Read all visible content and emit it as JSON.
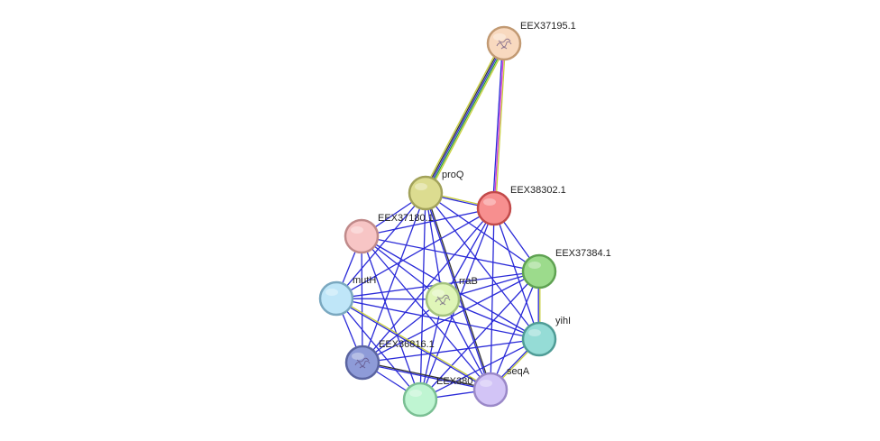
{
  "network": {
    "nodes": [
      {
        "id": "EEX37195.1",
        "label": "EEX37195.1",
        "fill": "#f8d9bf",
        "stroke": "#c29a73",
        "icon": "protein-structure-icon"
      },
      {
        "id": "proQ",
        "label": "proQ",
        "fill": "#dcdc90",
        "stroke": "#a2a25a"
      },
      {
        "id": "EEX38302.1",
        "label": "EEX38302.1",
        "fill": "#f78f8f",
        "stroke": "#c24a4a"
      },
      {
        "id": "EEX37180.1",
        "label": "EEX37180.1",
        "fill": "#f7c5c5",
        "stroke": "#c08a8a"
      },
      {
        "id": "EEX37384.1",
        "label": "EEX37384.1",
        "fill": "#9cdb8c",
        "stroke": "#5fa252"
      },
      {
        "id": "mutH",
        "label": "mutH",
        "fill": "#bfe6f8",
        "stroke": "#7aa8c0"
      },
      {
        "id": "rraB",
        "label": "rraB",
        "fill": "#dff5b8",
        "stroke": "#a4c27e",
        "icon": "protein-structure-icon"
      },
      {
        "id": "yihI",
        "label": "yihI",
        "fill": "#95dcd6",
        "stroke": "#4f9c96"
      },
      {
        "id": "EEX36816.1",
        "label": "EEX36816.1",
        "fill": "#8e9bd8",
        "stroke": "#5a64a0",
        "icon": "protein-structure-icon"
      },
      {
        "id": "seqA",
        "label": "seqA",
        "fill": "#d2c4f6",
        "stroke": "#9a88c8"
      },
      {
        "id": "EEX380",
        "label": "EEX380",
        "fill": "#bff5d2",
        "stroke": "#7abf93"
      }
    ],
    "edges": [
      [
        "EEX37195.1",
        "proQ"
      ],
      [
        "EEX37195.1",
        "EEX38302.1"
      ],
      [
        "proQ",
        "EEX38302.1"
      ],
      [
        "proQ",
        "EEX37180.1"
      ],
      [
        "proQ",
        "EEX37384.1"
      ],
      [
        "proQ",
        "mutH"
      ],
      [
        "proQ",
        "rraB"
      ],
      [
        "proQ",
        "yihI"
      ],
      [
        "proQ",
        "EEX36816.1"
      ],
      [
        "proQ",
        "seqA"
      ],
      [
        "proQ",
        "EEX380"
      ],
      [
        "EEX38302.1",
        "EEX37180.1"
      ],
      [
        "EEX38302.1",
        "EEX37384.1"
      ],
      [
        "EEX38302.1",
        "mutH"
      ],
      [
        "EEX38302.1",
        "rraB"
      ],
      [
        "EEX38302.1",
        "yihI"
      ],
      [
        "EEX38302.1",
        "EEX36816.1"
      ],
      [
        "EEX38302.1",
        "seqA"
      ],
      [
        "EEX38302.1",
        "EEX380"
      ],
      [
        "EEX37180.1",
        "EEX37384.1"
      ],
      [
        "EEX37180.1",
        "mutH"
      ],
      [
        "EEX37180.1",
        "rraB"
      ],
      [
        "EEX37180.1",
        "yihI"
      ],
      [
        "EEX37180.1",
        "EEX36816.1"
      ],
      [
        "EEX37180.1",
        "seqA"
      ],
      [
        "EEX37180.1",
        "EEX380"
      ],
      [
        "EEX37384.1",
        "mutH"
      ],
      [
        "EEX37384.1",
        "rraB"
      ],
      [
        "EEX37384.1",
        "yihI"
      ],
      [
        "EEX37384.1",
        "EEX36816.1"
      ],
      [
        "EEX37384.1",
        "seqA"
      ],
      [
        "EEX37384.1",
        "EEX380"
      ],
      [
        "mutH",
        "rraB"
      ],
      [
        "mutH",
        "yihI"
      ],
      [
        "mutH",
        "EEX36816.1"
      ],
      [
        "mutH",
        "seqA"
      ],
      [
        "mutH",
        "EEX380"
      ],
      [
        "rraB",
        "yihI"
      ],
      [
        "rraB",
        "EEX36816.1"
      ],
      [
        "rraB",
        "seqA"
      ],
      [
        "rraB",
        "EEX380"
      ],
      [
        "yihI",
        "EEX36816.1"
      ],
      [
        "yihI",
        "seqA"
      ],
      [
        "yihI",
        "EEX380"
      ],
      [
        "EEX36816.1",
        "seqA"
      ],
      [
        "EEX36816.1",
        "EEX380"
      ],
      [
        "seqA",
        "EEX380"
      ]
    ]
  }
}
